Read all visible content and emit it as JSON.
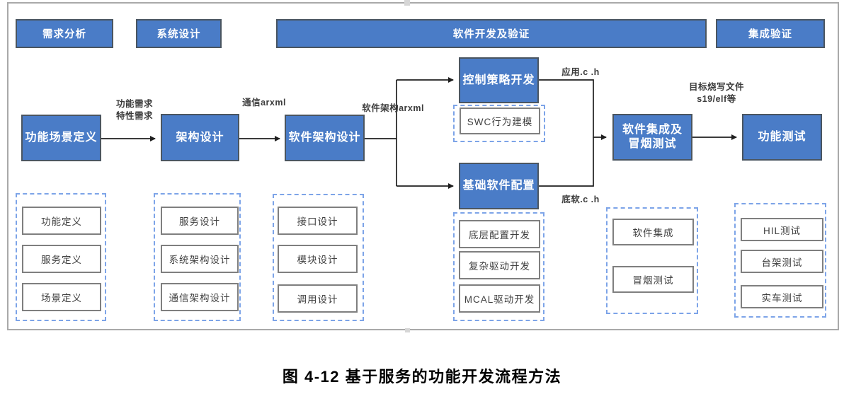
{
  "diagram": {
    "phases": [
      {
        "label": "需求分析"
      },
      {
        "label": "系统设计"
      },
      {
        "label": "软件开发及验证"
      },
      {
        "label": "集成验证"
      }
    ],
    "flow": {
      "function_scene": "功能场景定义",
      "arch_design": "架构设计",
      "sw_arch_design": "软件架构设计",
      "control_strategy": "控制策略开发",
      "swc_modeling": "SWC行为建模",
      "basic_sw_config": "基础软件配置",
      "integration_line1": "软件集成及",
      "integration_line2": "冒烟测试",
      "function_test": "功能测试"
    },
    "edge_labels": {
      "req_line1": "功能需求",
      "req_line2": "特性需求",
      "comm_arxml": "通信arxml",
      "sw_arch_arxml": "软件架构arxml",
      "app_ch": "应用.c .h",
      "base_ch": "底软.c .h",
      "target_line1": "目标烧写文件",
      "target_line2": "s19/elf等"
    },
    "groups": [
      {
        "name": "功能场景定义子项",
        "items": [
          "功能定义",
          "服务定义",
          "场景定义"
        ]
      },
      {
        "name": "架构设计子项",
        "items": [
          "服务设计",
          "系统架构设计",
          "通信架构设计"
        ]
      },
      {
        "name": "软件架构设计子项",
        "items": [
          "接口设计",
          "模块设计",
          "调用设计"
        ]
      },
      {
        "name": "基础软件配置子项",
        "items": [
          "底层配置开发",
          "复杂驱动开发",
          "MCAL驱动开发"
        ]
      },
      {
        "name": "软件集成及冒烟测试子项",
        "items": [
          "软件集成",
          "冒烟测试"
        ]
      },
      {
        "name": "功能测试子项",
        "items": [
          "HIL测试",
          "台架测试",
          "实车测试"
        ]
      }
    ],
    "caption": "图 4-12 基于服务的功能开发流程方法",
    "colors": {
      "process_blue": "#4a7cc7",
      "dashed_blue": "#7da4e8",
      "frame_gray": "#a9a9a9",
      "connector_black": "#1f1f1f"
    }
  }
}
